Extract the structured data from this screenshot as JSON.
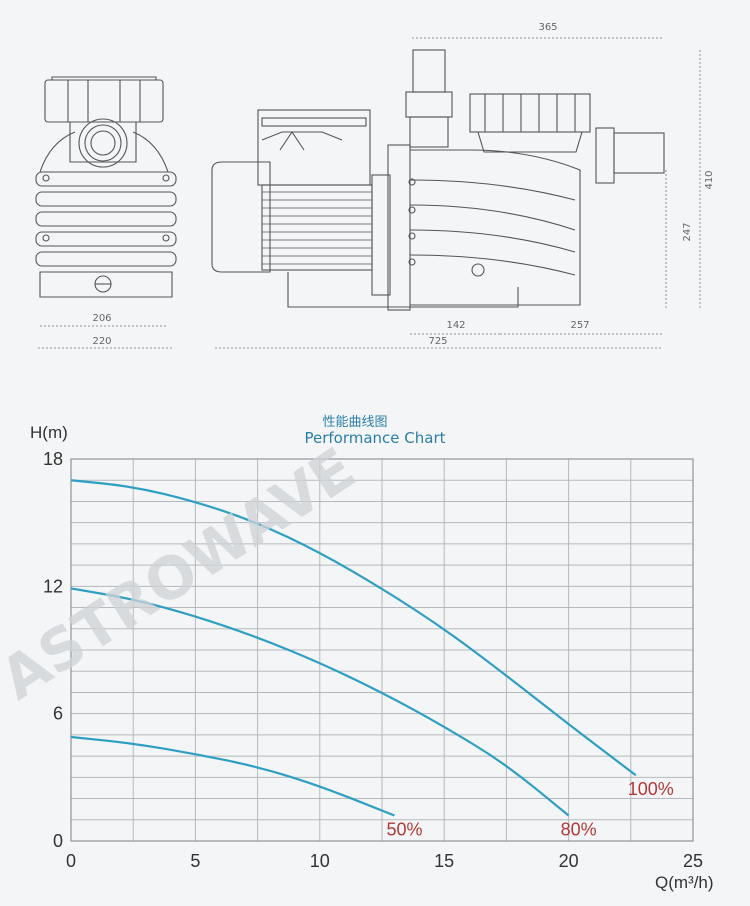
{
  "drawing": {
    "dimensions": [
      "365",
      "410",
      "247",
      "206",
      "220",
      "142",
      "257",
      "725"
    ]
  },
  "watermark": "ASTROWAVE",
  "chart_data": {
    "type": "line",
    "title": "性能曲线图",
    "subtitle": "Performance Chart",
    "xlabel": "Q(m³/h)",
    "ylabel": "H(m)",
    "xlim": [
      0,
      25
    ],
    "ylim": [
      0,
      18
    ],
    "xticks": [
      0,
      5,
      10,
      15,
      20,
      25
    ],
    "yticks": [
      0,
      6,
      12,
      18
    ],
    "grid": true,
    "colors": {
      "line": "#2e9fc2",
      "label": "#b03a3a",
      "grid": "#b5b9bd"
    },
    "series": [
      {
        "name": "100%",
        "x": [
          0,
          2.5,
          5,
          7.5,
          10,
          12.5,
          15,
          17.5,
          20,
          22.7
        ],
        "y": [
          17.0,
          16.7,
          16.0,
          15.0,
          13.6,
          11.9,
          10.0,
          7.8,
          5.5,
          3.1
        ]
      },
      {
        "name": "80%",
        "x": [
          0,
          2.5,
          5,
          7.5,
          10,
          12.5,
          15,
          17.5,
          20
        ],
        "y": [
          11.9,
          11.4,
          10.6,
          9.6,
          8.4,
          7.0,
          5.4,
          3.6,
          1.2
        ]
      },
      {
        "name": "50%",
        "x": [
          0,
          2.5,
          5,
          7.5,
          10,
          13
        ],
        "y": [
          4.9,
          4.6,
          4.1,
          3.5,
          2.6,
          1.2
        ]
      }
    ]
  }
}
